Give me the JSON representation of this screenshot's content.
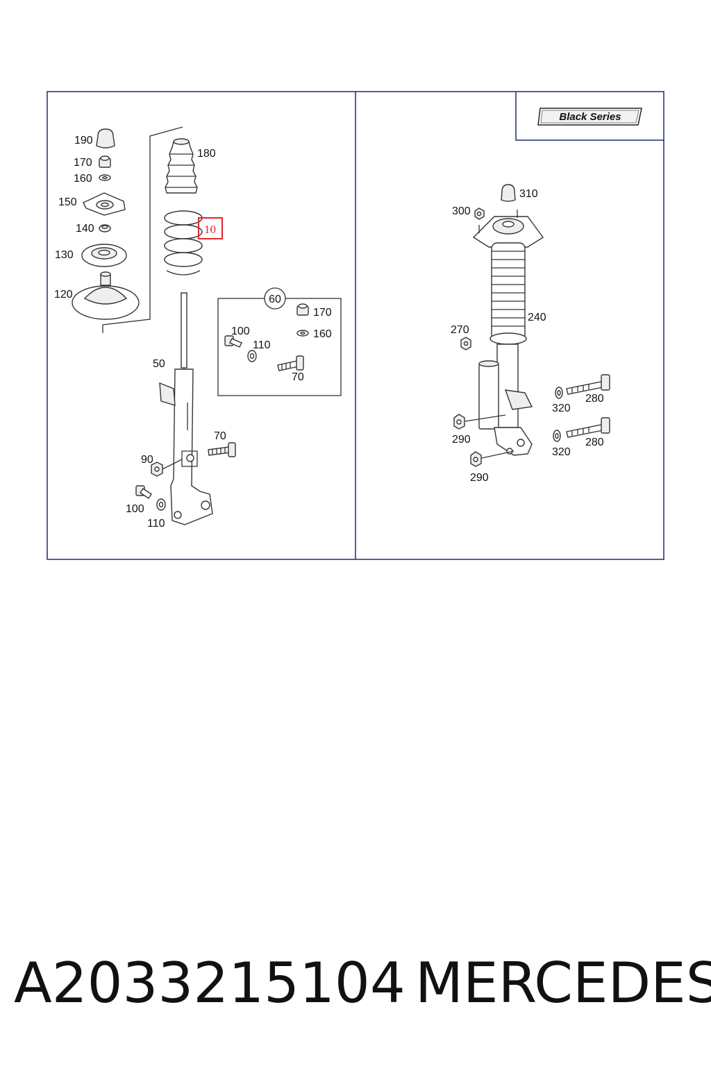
{
  "footer": {
    "part_number": "A2033215104",
    "brand": "MERCEDES"
  },
  "badge": {
    "label": "Black Series"
  },
  "left_panel": {
    "callouts": {
      "c190": "190",
      "c170": "170",
      "c160": "160",
      "c150": "150",
      "c140": "140",
      "c130": "130",
      "c120": "120",
      "c180": "180",
      "c10": "10",
      "c50": "50",
      "c70": "70",
      "c90": "90",
      "c100": "100",
      "c110": "110"
    },
    "kit": {
      "label": "60",
      "callouts": {
        "c170": "170",
        "c160": "160",
        "c100": "100",
        "c110": "110",
        "c70": "70"
      }
    }
  },
  "right_panel": {
    "callouts": {
      "c310": "310",
      "c300": "300",
      "c240": "240",
      "c270": "270",
      "c280a": "280",
      "c320a": "320",
      "c290a": "290",
      "c280b": "280",
      "c320b": "320",
      "c290b": "290"
    }
  },
  "colors": {
    "highlight": "#e0262b",
    "frame": "#1c2a6b"
  }
}
